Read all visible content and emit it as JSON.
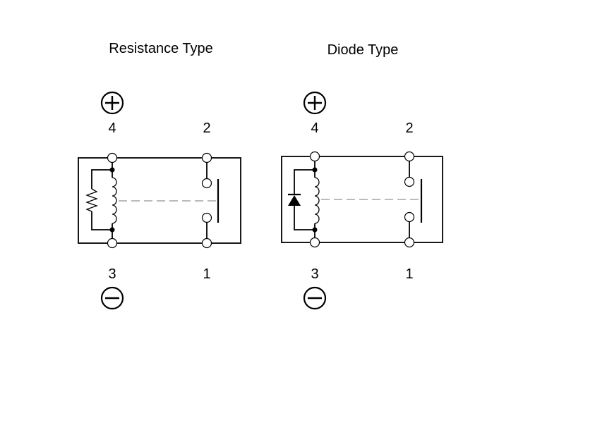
{
  "diagrams": [
    {
      "title": "Resistance Type",
      "suppressor": "resistor",
      "pins": {
        "top_left": "4",
        "top_right": "2",
        "bottom_left": "3",
        "bottom_right": "1"
      },
      "polarity": {
        "top": "plus-symbol",
        "bottom": "minus-symbol"
      }
    },
    {
      "title": "Diode Type",
      "suppressor": "diode",
      "pins": {
        "top_left": "4",
        "top_right": "2",
        "bottom_left": "3",
        "bottom_right": "1"
      },
      "polarity": {
        "top": "plus-symbol",
        "bottom": "minus-symbol"
      }
    }
  ]
}
